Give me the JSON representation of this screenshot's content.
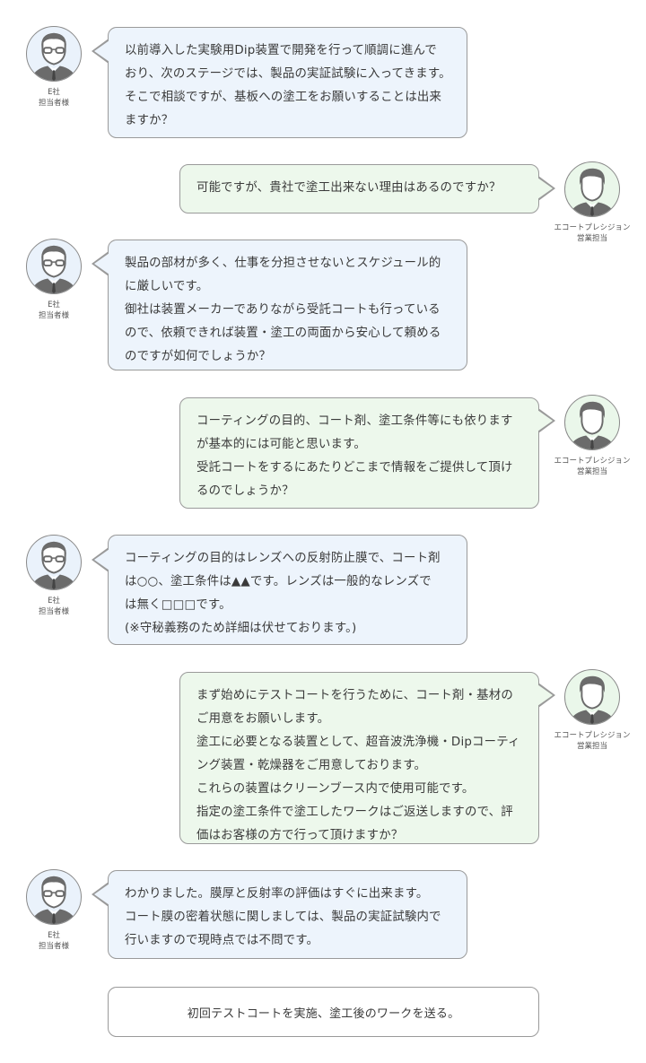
{
  "speakers": {
    "client": {
      "label_line1": "E社",
      "label_line2": "担当者様",
      "avatar_icon": "person-with-glasses-icon",
      "bubble_color": "#edf4fc"
    },
    "staff": {
      "label_line1": "エコートプレシジョン",
      "label_line2": "営業担当",
      "avatar_icon": "person-icon",
      "bubble_color": "#edf8ec"
    }
  },
  "messages": [
    {
      "speaker": "client",
      "lines": [
        "以前導入した実験用Dip装置で開発を行って順調に進んで",
        "おり、次のステージでは、製品の実証試験に入ってきます。",
        "そこで相談ですが、基板への塗工をお願いすることは出来",
        "ますか？"
      ]
    },
    {
      "speaker": "staff",
      "lines": [
        "可能ですが、貴社で塗工出来ない理由はあるのですか？"
      ]
    },
    {
      "speaker": "client",
      "lines": [
        "製品の部材が多く、仕事を分担させないとスケジュール的",
        "に厳しいです。",
        "御社は装置メーカーでありながら受託コートも行っている",
        "ので、依頼できれば装置・塗工の両面から安心して頼める",
        "のですが如何でしょうか？"
      ]
    },
    {
      "speaker": "staff",
      "lines": [
        "コーティングの目的、コート剤、塗工条件等にも依ります",
        "が基本的には可能と思います。",
        "受託コートをするにあたりどこまで情報をご提供して頂け",
        "るのでしょうか？"
      ]
    },
    {
      "speaker": "client",
      "lines": [
        "コーティングの目的はレンズへの反射防止膜で、コート剤",
        "は○○、塗工条件は▲▲です。レンズは一般的なレンズで",
        "は無く□□□です。",
        "(※守秘義務のため詳細は伏せております。)"
      ]
    },
    {
      "speaker": "staff",
      "lines": [
        "まず始めにテストコートを行うために、コート剤・基材の",
        "ご用意をお願いします。",
        "塗工に必要となる装置として、超音波洗浄機・Dipコーティ",
        "ング装置・乾燥器をご用意しております。",
        "これらの装置はクリーンブース内で使用可能です。",
        "指定の塗工条件で塗工したワークはご返送しますので、評",
        "価はお客様の方で行って頂けますか？"
      ]
    },
    {
      "speaker": "client",
      "lines": [
        "わかりました。膜厚と反射率の評価はすぐに出来ます。",
        "コート膜の密着状態に関しましては、製品の実証試験内で",
        "行いますので現時点では不問です。"
      ]
    }
  ],
  "summary": {
    "text": "初回テストコートを実施、塗工後のワークを送る。"
  }
}
